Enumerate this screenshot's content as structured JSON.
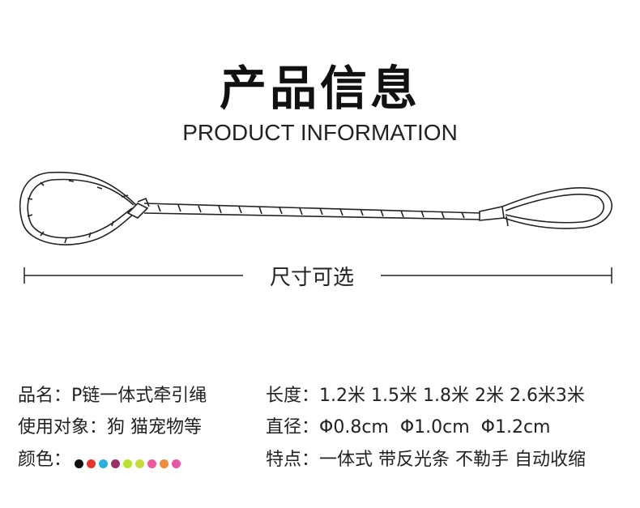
{
  "header": {
    "title": "产品信息",
    "subtitle": "PRODUCT INFORMATION"
  },
  "size": {
    "label": "尺寸可选"
  },
  "specs": {
    "name": {
      "key": "品名：",
      "value": "P链一体式牵引绳"
    },
    "length": {
      "key": "长度：",
      "value": "1.2米 1.5米 1.8米 2米 2.6米3米"
    },
    "target": {
      "key": "使用对象：",
      "value": "狗 猫宠物等"
    },
    "diameter": {
      "key": "直径：",
      "value": "Φ0.8cm  Φ1.0cm  Φ1.2cm"
    },
    "color": {
      "key": "颜色：",
      "swatches": [
        "#111111",
        "#e8342a",
        "#2cb0e0",
        "#9a2f6a",
        "#b6e32a",
        "#c8d93a",
        "#ef5b9a",
        "#f08a3c",
        "#e956a6"
      ]
    },
    "feature": {
      "key": "特点：",
      "value": "一体式 带反光条 不勒手 自动收缩"
    }
  }
}
